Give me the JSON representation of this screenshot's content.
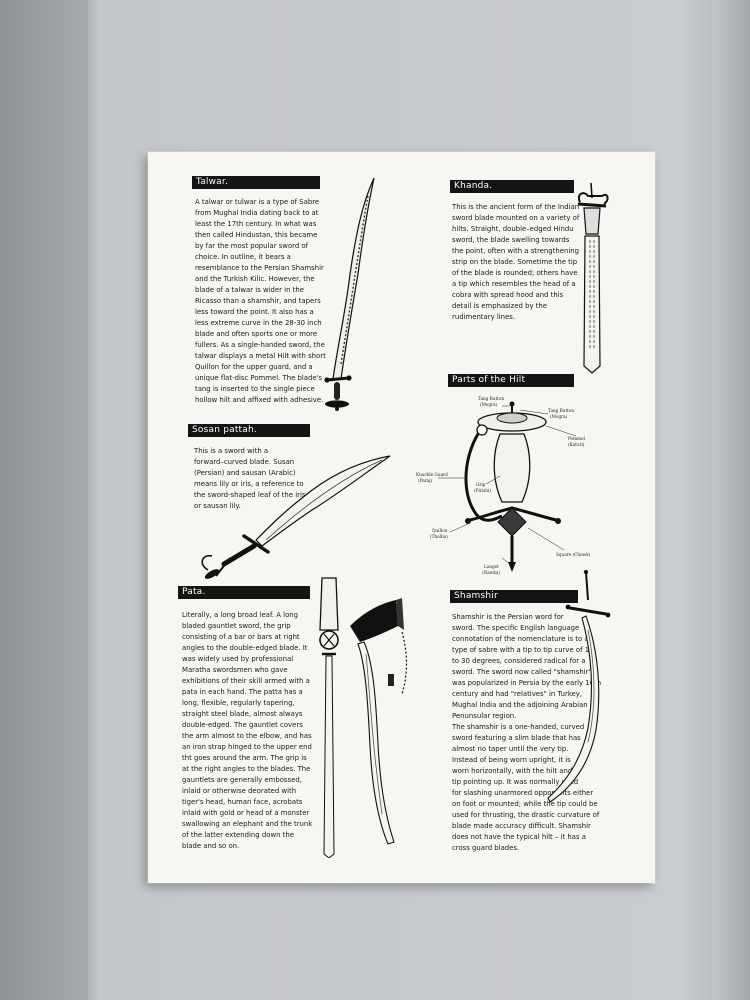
{
  "board": {
    "talwar": {
      "heading": "Talwar.",
      "text": "A talwar or tulwar is a type of Sabre\nfrom Mughal India dating back to at\nleast the 17th century. In what was\nthen called Hindustan,  this became\nby far the most popular sword of\nchoice. In outline, it bears a\nresemblance to the Persian Shamshir\nand the Turkish Kilic. However, the\nblade of a talwar is wider in the\nRicasso than a shamshir, and tapers\nless toward the point. It also has a\nless extreme curve in the 28-30 inch\nblade and often sports one or more\nfullers. As a single-handed sword,  the\ntalwar displays a metal Hilt with short\nQuillon  for the upper guard, and a\nunique flat-disc Pommel. The blade's\ntang is inserted to the single piece\nhollow hilt and affixed with adhesive."
    },
    "khanda": {
      "heading": "Khanda.",
      "text": "This is the ancient form of the Indian\nsword blade mounted on a variety of\nhilts. Straight, double–edged Hindu\nsword, the blade swelling towards\nthe point, often with a strengthening\nstrip on the blade. Sometime the tip\nof the blade is rounded; others have\na tip which resembles the head of a\ncobra with spread hood and this\ndetail is emphasized by the\nrudimentary lines."
    },
    "hilt": {
      "heading": "Parts of the Hilt",
      "labels": {
        "tang_button_left": "Tang Button",
        "tang_button_left_alt": "(Mogra)",
        "tang_button_right": "Tang Button",
        "tang_button_right_alt": "(Mogra)",
        "pommel": "Pommel",
        "pommel_alt": "(Katori)",
        "knuckle_guard": "Knuckle Guard",
        "knuckle_guard_alt": "(Paraj)",
        "grip": "Grip",
        "grip_alt": "(Pirishi)",
        "quillon": "Quillon",
        "quillon_alt": "(Thollia)",
        "square": "Square (Chowk)",
        "langet": "Langet",
        "langet_alt": "(Nawka)"
      }
    },
    "sosan": {
      "heading": "Sosan pattah.",
      "text": "This is a sword with a\nforward–curved blade. Susan\n(Persian) and sausan (Arabic)\nmeans lily or iris, a reference to\nthe sword-shaped leaf of the iris\nor sausan lily."
    },
    "pata": {
      "heading": "Pata.",
      "text": "Literally, a long broad leaf.  A long\nbladed gauntlet sword, the grip\nconsisting of a bar or bars at right\nangles to the double-edged blade. It\nwas widely used by professional\nMaratha swordsmen who gave\nexhibitions of their skill armed with a\npata in each hand. The patta has a\nlong, flexible, regularly tapering,\nstraight steel blade, almost always\ndouble-edged. The gauntlet covers\nthe arm almost to the elbow, and has\nan iron strap hinged to the upper end\ntht goes around the arm. The grip is\nat the right angles to the blades. The\ngauntlets are generally embossed,\ninlaid or otherwise deorated with\ntiger's head, human face, acrobats\ninlaid with gold  or head of a monster\nswallowing an elephant and the trunk\nof the latter extending down the\nblade and so on."
    },
    "shamshir": {
      "heading": "Shamshir",
      "text": "Shamshir is the Persian word for\nsword. The specific English language\nconnotation of the nomenclature  is to a\ntype of sabre with a tip to tip curve of 15\nto 30 degrees, considered radical for a\nsword. The sword now called \"shamshir\"\nwas popularized in Persia by the early 16th\ncentury and had \"relatives\" in Turkey,\nMughal India  and the adjoining Arabian\nPenunsular region.\n The shamshir is a one-handed, curved\nsword featuring a slim blade that has\nalmost no taper until the very tip.\nInstead of being worn upright, it is\nworn horizontally, with the hilt          and\ntip pointing up. It was normally         used\nfor slashing unarmored opponents either\non foot or mounted; while the tip could be\nused for thrusting, the drastic curvature of\nblade made accuracy difficult. Shamshir\ndoes not have the typical hilt – it has a\ncross guard blades."
    }
  },
  "icons": [
    "talwar-sword-icon",
    "khanda-sword-icon",
    "hilt-diagram-icon",
    "sosan-pattah-sword-icon",
    "pata-sword-icon",
    "shamshir-sword-icon"
  ]
}
